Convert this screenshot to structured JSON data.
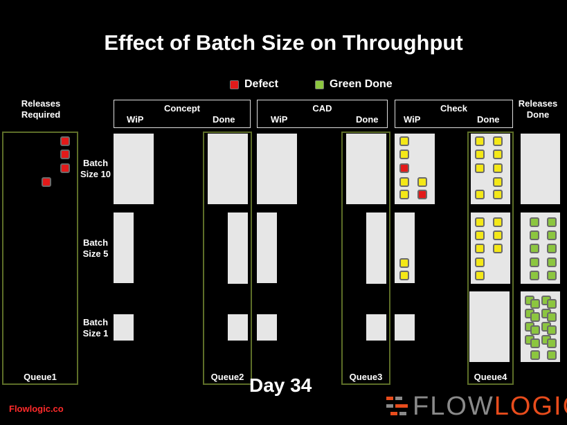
{
  "title": "Effect of Batch Size on Throughput",
  "legend": [
    {
      "label": "Defect",
      "color": "#e21a1a"
    },
    {
      "label": "Green Done",
      "color": "#8cc63f"
    }
  ],
  "releases_required_label": "Releases Required",
  "releases_done_label": "Releases Done",
  "batch_labels": [
    "Batch Size 10",
    "Batch Size 5",
    "Batch Size 1"
  ],
  "stages": [
    {
      "name": "Concept",
      "wip": "WiP",
      "done": "Done"
    },
    {
      "name": "CAD",
      "wip": "WiP",
      "done": "Done"
    },
    {
      "name": "Check",
      "wip": "WiP",
      "done": "Done"
    }
  ],
  "queues": [
    "Queue1",
    "Queue2",
    "Queue3",
    "Queue4"
  ],
  "day": "Day 34",
  "credit": "Flowlogic.co",
  "logo": {
    "part1": "FLOW",
    "part2": "LOGIC"
  },
  "colors": {
    "yellow": "#f4e817",
    "red": "#e21a1a",
    "green": "#8cc63f",
    "pane": "#e6e6e6",
    "queue_border": "#5d6e28",
    "logo_grey": "#8a8a8a",
    "logo_red": "#e84c1c"
  }
}
